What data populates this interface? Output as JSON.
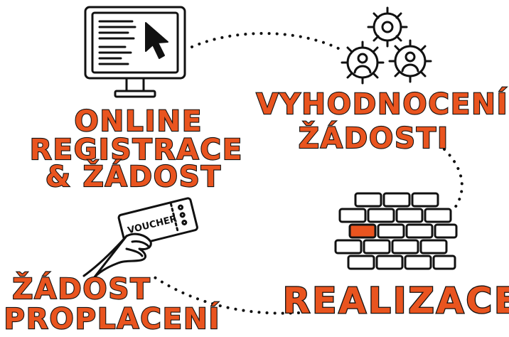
{
  "steps": {
    "online": {
      "lines": [
        "ONLINE",
        "REGISTRACE",
        "& ŽÁDOST"
      ]
    },
    "evaluation": {
      "lines": [
        "VYHODNOCENÍ",
        "ŽÁDOSTI"
      ]
    },
    "realization": {
      "lines": [
        "REALIZACE"
      ]
    },
    "reimbursement": {
      "lines": [
        "ŽÁDOST",
        "O PROPLACENÍ"
      ]
    }
  },
  "voucher": {
    "label": "VOUCHER"
  },
  "colors": {
    "accent": "#e9541f",
    "ink": "#111111",
    "background": "#ffffff"
  },
  "icons": [
    "computer-monitor-icon",
    "cursor-icon",
    "gears-people-icon",
    "brick-wall-icon",
    "hand-voucher-icon"
  ]
}
